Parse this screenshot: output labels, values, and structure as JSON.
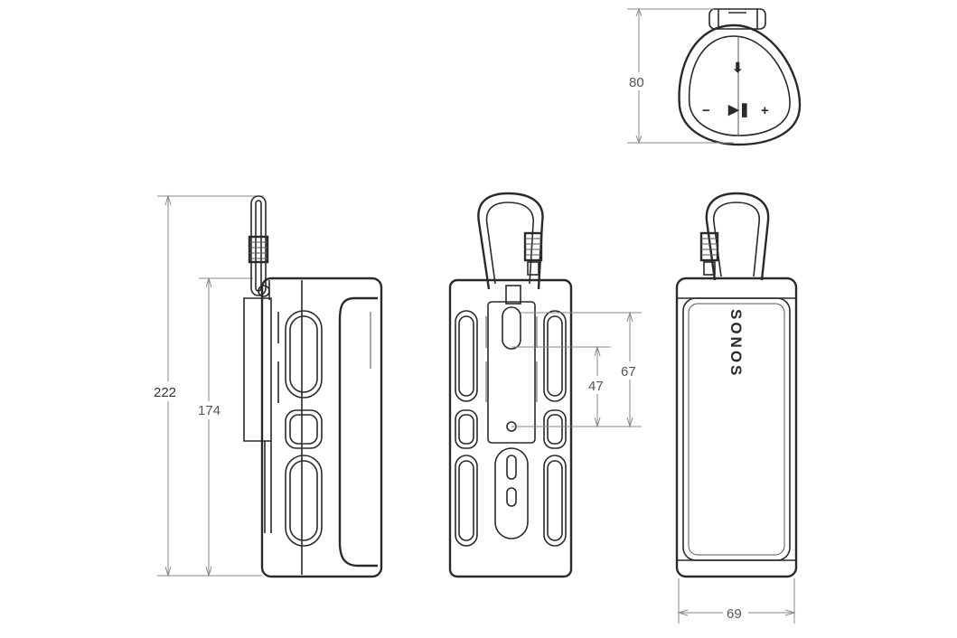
{
  "dimensions": {
    "top_view_depth": "80",
    "total_height": "222",
    "body_height": "174",
    "back_mount_upper": "67",
    "back_mount_lower": "47",
    "width": "69"
  },
  "brand": "SONOS",
  "top_buttons": {
    "minus": "−",
    "play_pause": "▶❚",
    "plus": "+",
    "mic": "⬇"
  }
}
